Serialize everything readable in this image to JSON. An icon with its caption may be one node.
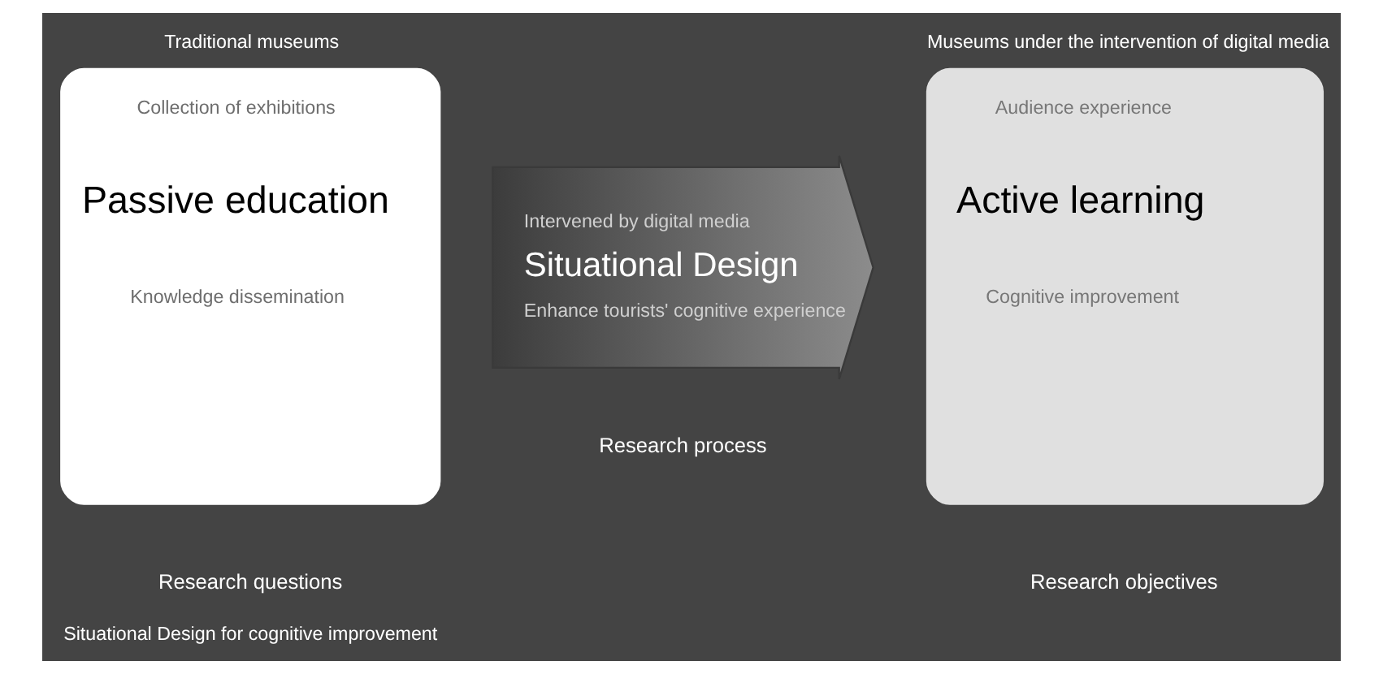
{
  "diagram": {
    "caption": "Situational Design for cognitive improvement",
    "nodes": [
      {
        "text": [
          "Traditional museums",
          "Collection of exhibitions",
          "Passive education",
          "Knowledge dissemination"
        ],
        "beside": [
          "Research questions"
        ]
      },
      {
        "text": [
          "Intervened by digital media",
          "Situational Design",
          "Enhance tourists' cognitive experience"
        ],
        "beside": [
          "Research process"
        ]
      },
      {
        "text": [
          "Museums under the intervention of digital media",
          "Audience experience",
          "Active learning",
          "Cognitive improvement"
        ],
        "beside": [
          "Research objectives"
        ]
      }
    ],
    "edges": []
  }
}
